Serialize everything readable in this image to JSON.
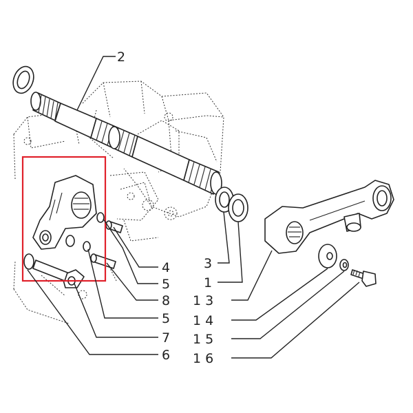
{
  "callouts": [
    {
      "id": "c2",
      "label": "2"
    },
    {
      "id": "c4",
      "label": "4"
    },
    {
      "id": "c5a",
      "label": "5"
    },
    {
      "id": "c8",
      "label": "8"
    },
    {
      "id": "c5b",
      "label": "5"
    },
    {
      "id": "c7",
      "label": "7"
    },
    {
      "id": "c6",
      "label": "6"
    },
    {
      "id": "c3",
      "label": "3"
    },
    {
      "id": "c1",
      "label": "1"
    },
    {
      "id": "c13",
      "label": "1 3"
    },
    {
      "id": "c14",
      "label": "1 4"
    },
    {
      "id": "c15",
      "label": "1 5"
    },
    {
      "id": "c16",
      "label": "1 6"
    }
  ],
  "colors": {
    "line": "#222222",
    "highlight_box": "#e0202a",
    "background": "#ffffff"
  }
}
